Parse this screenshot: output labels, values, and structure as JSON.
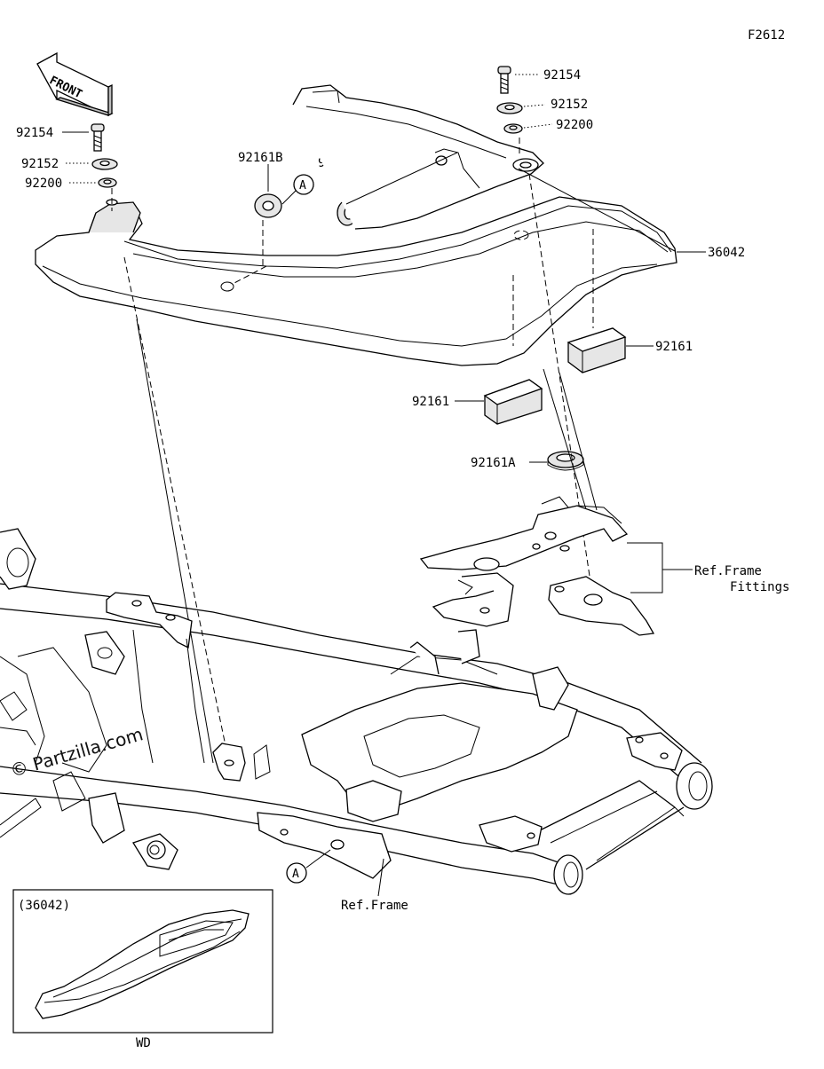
{
  "diagram_code": "F2612",
  "front_arrow_label": "FRONT",
  "parts": {
    "bolt_right": "92154",
    "washer_right": "92152",
    "collar_right": "92200",
    "bolt_left": "92154",
    "washer_left": "92152",
    "collar_left": "92200",
    "grommet_1": "92161B",
    "grommet_2": "92161B",
    "seat_cover": "36042",
    "pad_right": "92161",
    "pad_left": "92161",
    "damper": "92161A"
  },
  "ref_labels": {
    "frame_fittings_line1": "Ref.Frame",
    "frame_fittings_line2": "Fittings",
    "frame": "Ref.Frame"
  },
  "callout_letter": "A",
  "watermark": "© Partzilla.com",
  "inset": {
    "part_ref": "(36042)",
    "variant_label": "WD"
  }
}
